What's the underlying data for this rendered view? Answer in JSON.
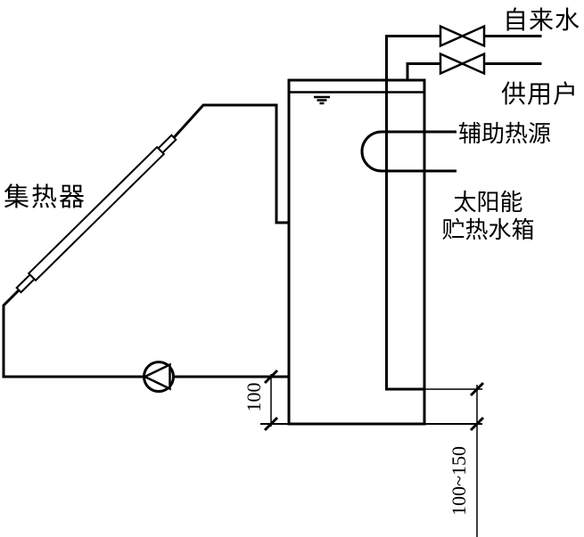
{
  "diagram": {
    "labels": {
      "tap_water": "自来水",
      "to_users": "供用户",
      "aux_heat_source": "辅助热源",
      "tank_name_line1": "太阳能",
      "tank_name_line2": "贮热水箱",
      "collector": "集热器"
    },
    "dimensions": {
      "return_pipe_to_tank_bottom": "100",
      "outlet_to_tank_bottom": "100~150"
    },
    "icons": {
      "valve": "bowtie-valve-icon",
      "pump": "circle-triangle-pump-icon",
      "heat_coil": "u-tube-coil-icon",
      "water_level": "water-level-mark-icon"
    },
    "colors": {
      "line": "#000000",
      "background": "#ffffff"
    }
  }
}
